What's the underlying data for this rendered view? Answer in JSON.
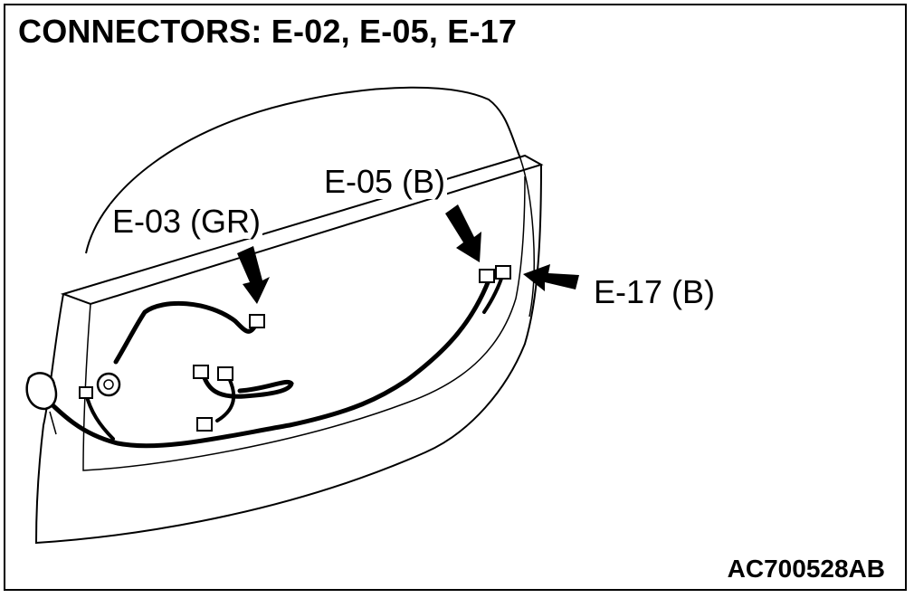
{
  "title": "CONNECTORS: E-02, E-05, E-17",
  "labels": {
    "e03": "E-03 (GR)",
    "e05": "E-05 (B)",
    "e17": "E-17 (B)"
  },
  "figure_code": "AC700528AB",
  "colors": {
    "line": "#000000",
    "background": "#ffffff"
  }
}
